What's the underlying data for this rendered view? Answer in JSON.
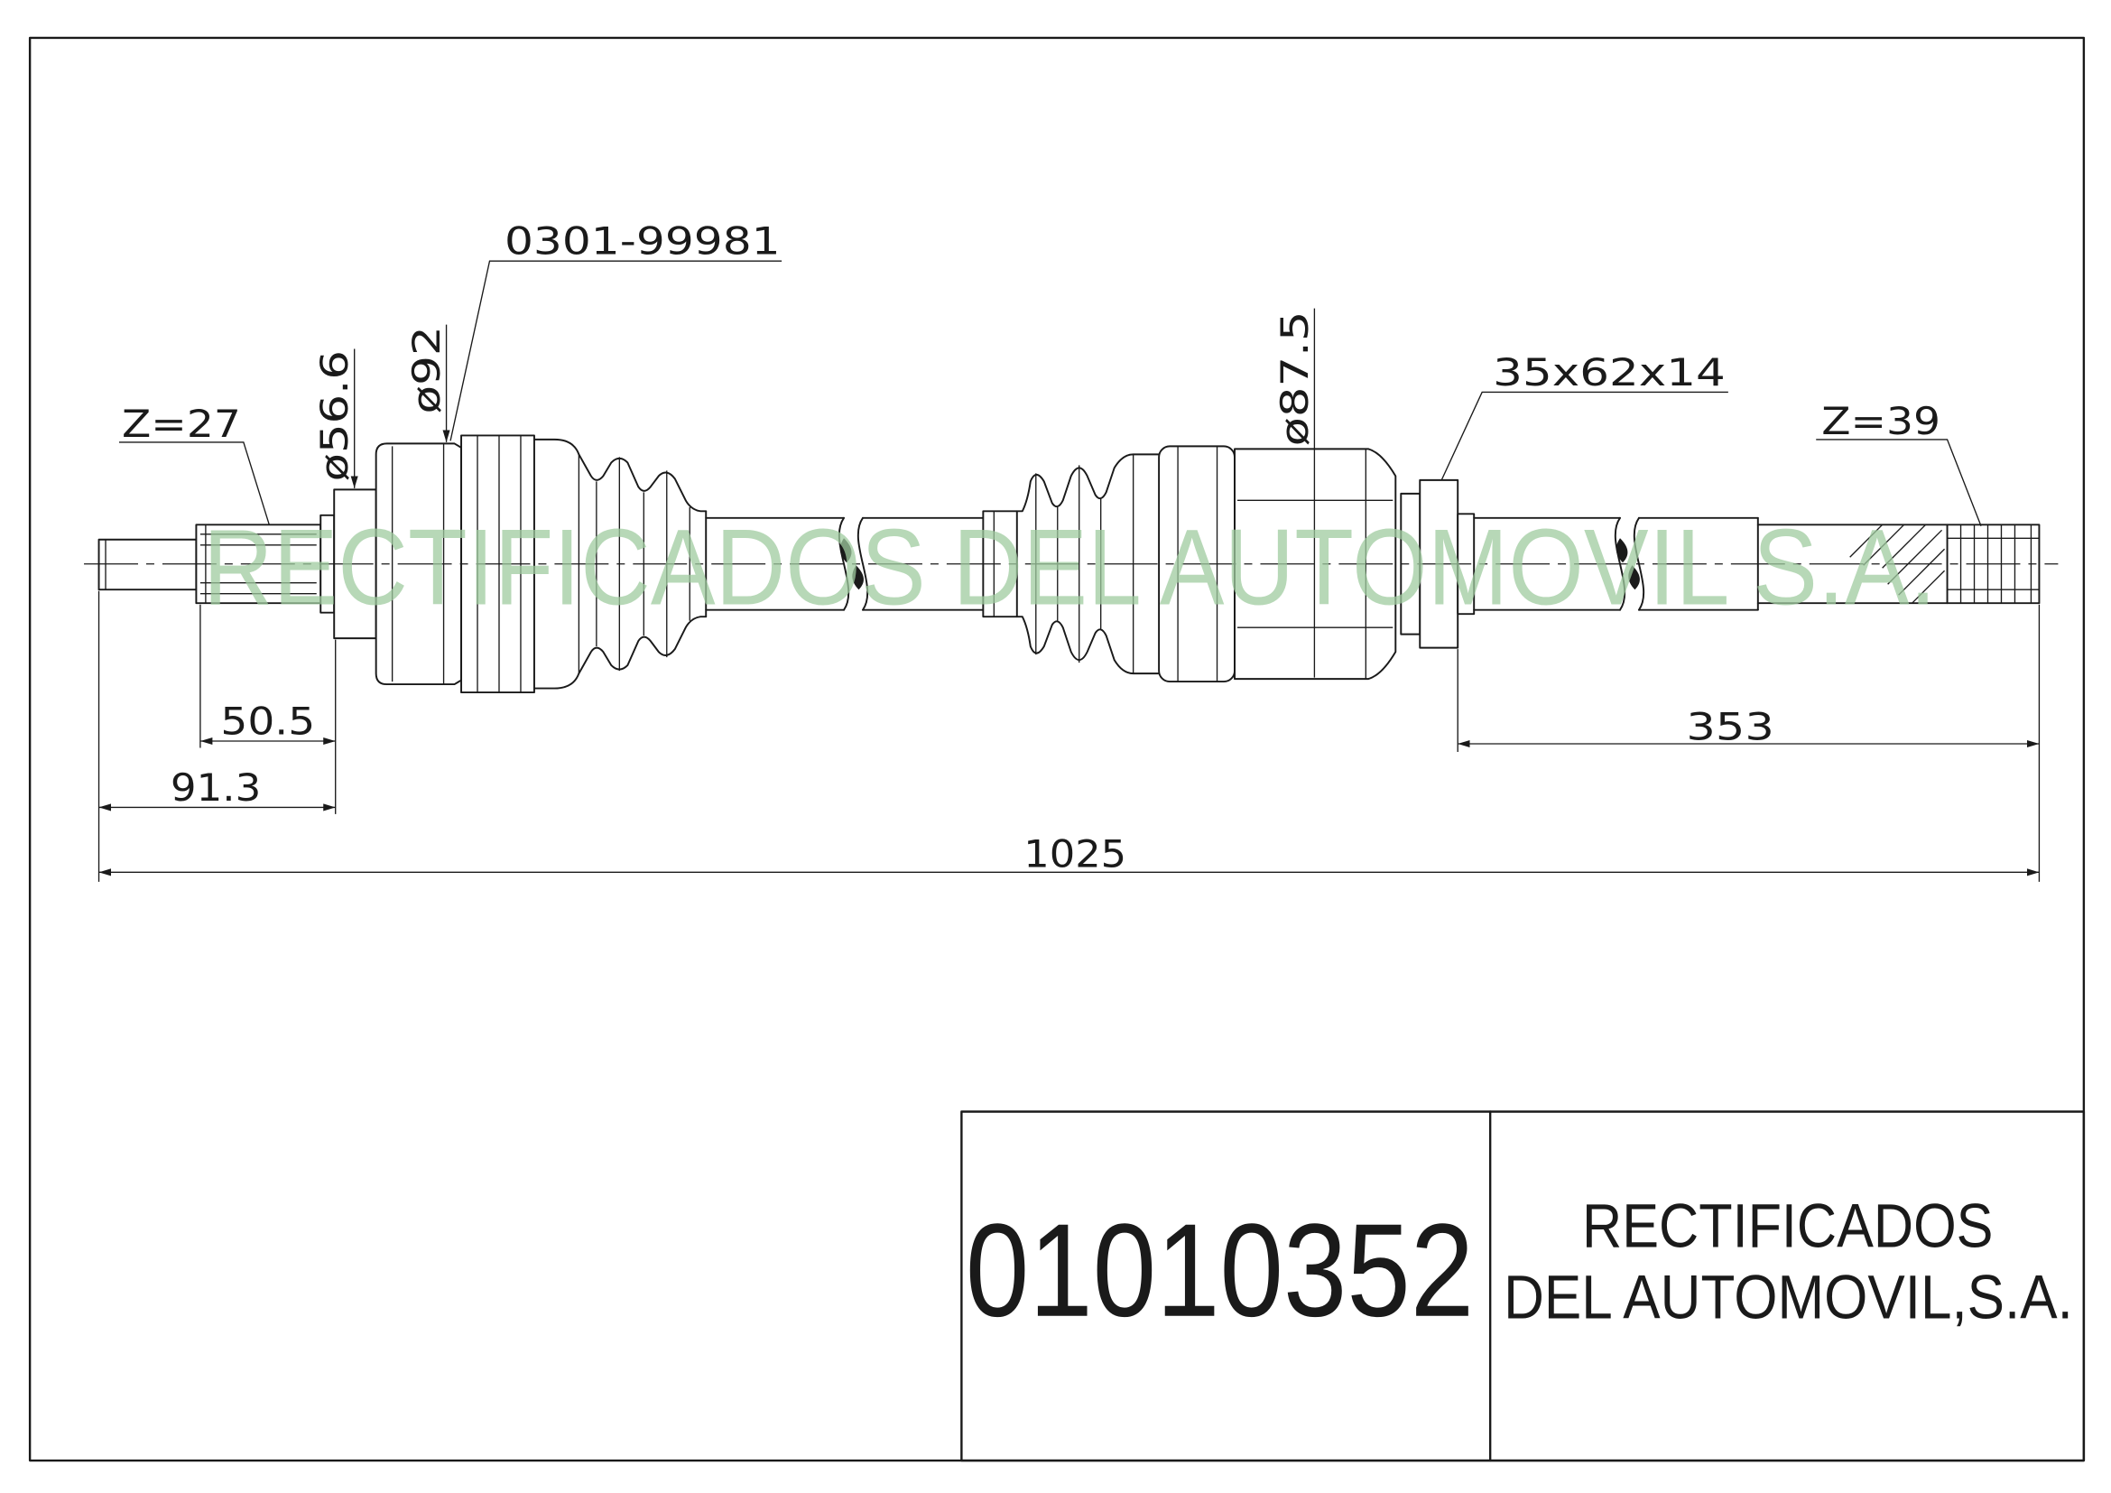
{
  "labels": {
    "left_spline": "Z=27",
    "left_diameter": "ø56.6",
    "outer_joint_diameter": "ø92",
    "boot_kit_ref": "0301-99981",
    "inner_joint_diameter": "ø87.5",
    "bearing": "35x62x14",
    "right_spline": "Z=39"
  },
  "dimensions": {
    "spline_length": "50.5",
    "stub_length": "91.3",
    "right_length": "353",
    "total_length": "1025"
  },
  "title_block": {
    "part_number": "01010352",
    "company_line1": "RECTIFICADOS",
    "company_line2": "DEL AUTOMOVIL,S.A."
  },
  "watermark": "RECTIFICADOS DEL AUTOMOVIL S.A.",
  "colors": {
    "line": "#1a1a1a",
    "watermark": "#9fcb9f",
    "background": "#ffffff"
  }
}
